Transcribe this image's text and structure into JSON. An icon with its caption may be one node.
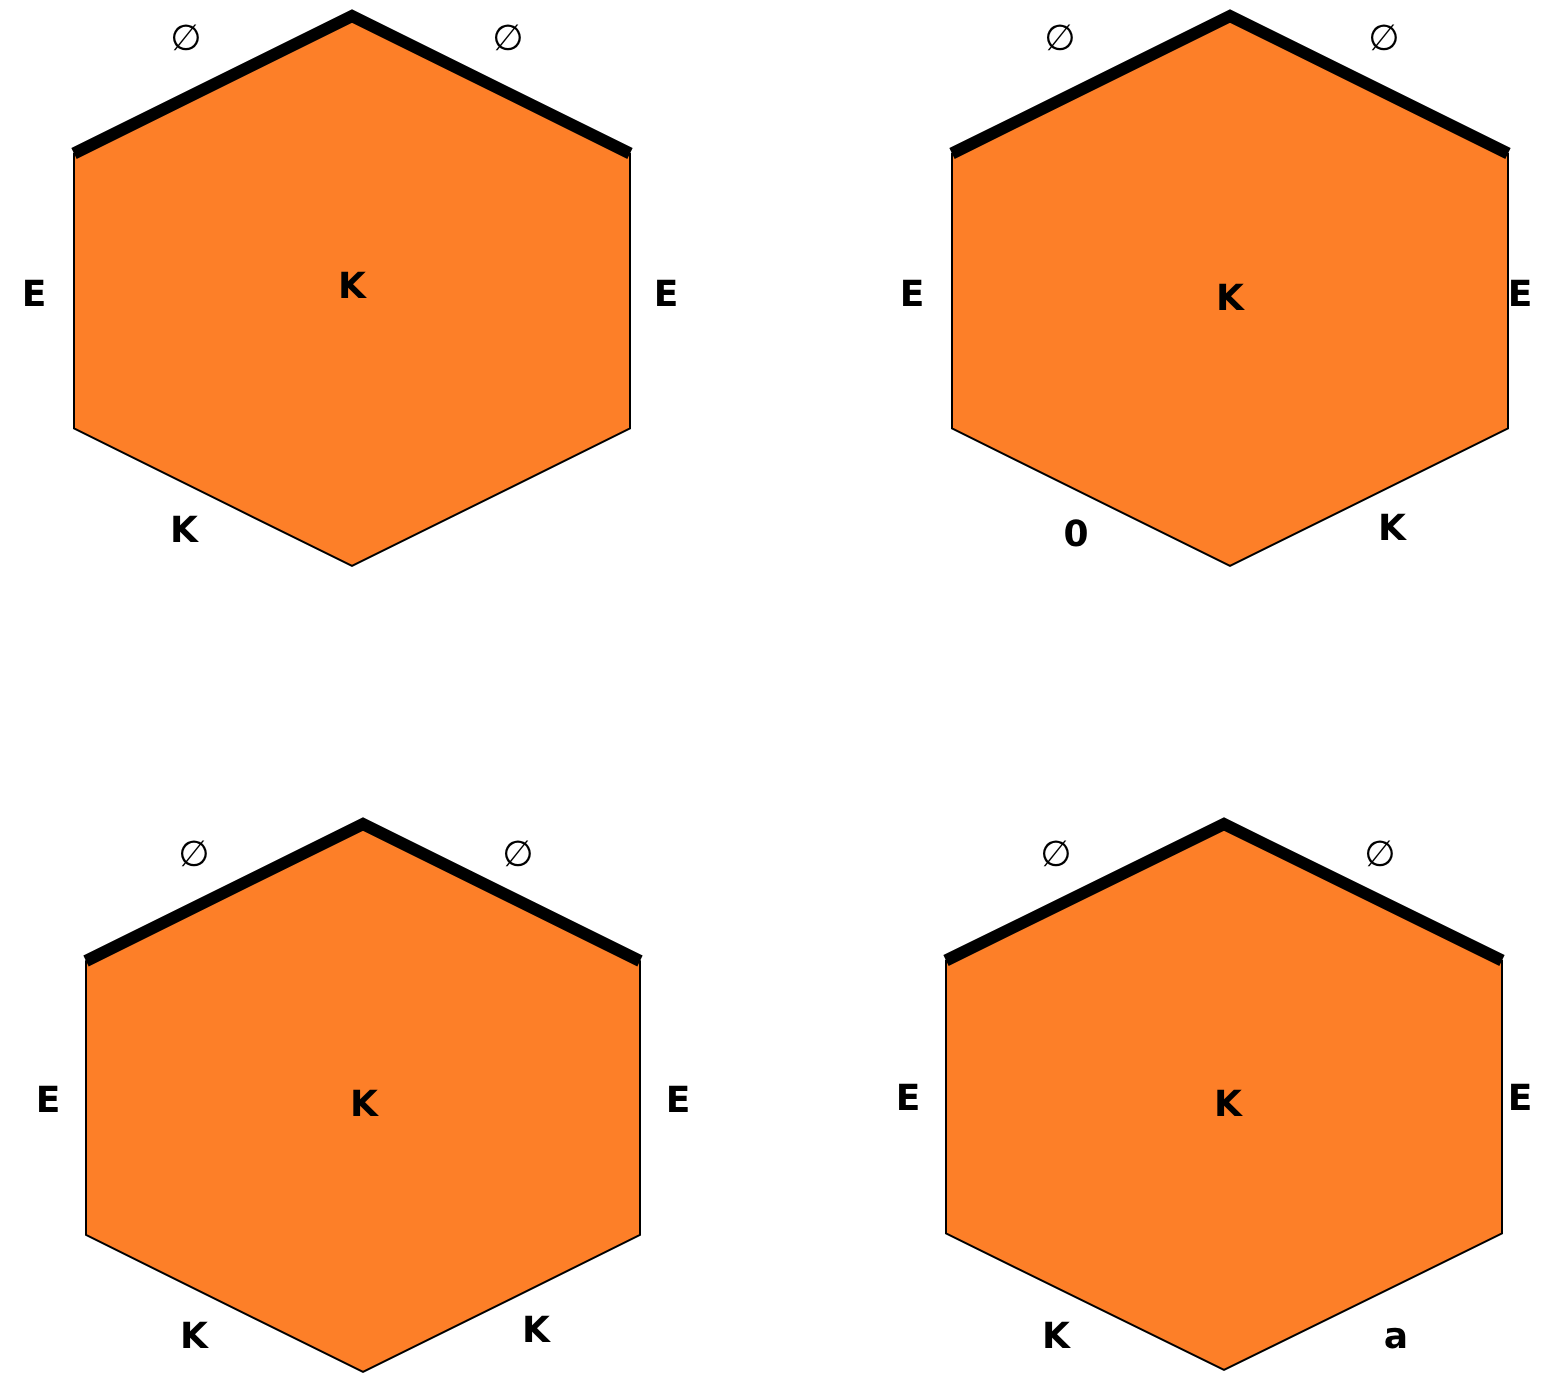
{
  "diagram": {
    "nodes": [
      {
        "text": [
          "K"
        ],
        "beside": [
          "∅",
          "∅",
          "E",
          "E",
          "K"
        ]
      },
      {
        "text": [
          "K"
        ],
        "beside": [
          "∅",
          "∅",
          "E",
          "E",
          "0",
          "K"
        ]
      },
      {
        "text": [
          "K"
        ],
        "beside": [
          "∅",
          "∅",
          "E",
          "E",
          "K",
          "K"
        ]
      },
      {
        "text": [
          "K"
        ],
        "beside": [
          "∅",
          "∅",
          "E",
          "E",
          "K",
          "a"
        ]
      }
    ]
  }
}
